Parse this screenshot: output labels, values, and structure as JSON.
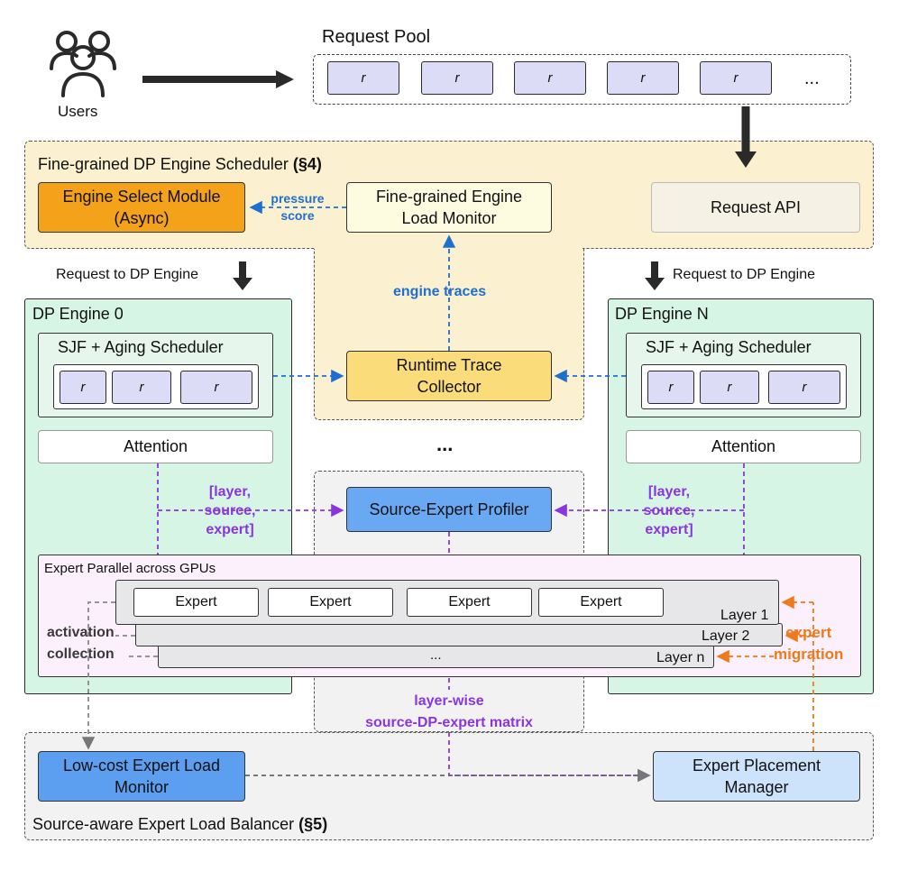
{
  "users": {
    "label": "Users"
  },
  "pool": {
    "title": "Request Pool",
    "req": "r",
    "ellipsis": "..."
  },
  "scheduler": {
    "title": "Fine-grained DP Engine Scheduler ",
    "title_ref": "(§4)",
    "engine_select": [
      "Engine Select Module",
      "(Async)"
    ],
    "load_monitor": [
      "Fine-grained Engine",
      "Load Monitor"
    ],
    "request_api": "Request API",
    "pressure_label": [
      "pressure",
      "score"
    ],
    "engine_traces": "engine traces",
    "trace_collector": [
      "Runtime Trace",
      "Collector"
    ]
  },
  "dispatch_label": "Request to DP Engine",
  "engine0": {
    "title": "DP Engine 0"
  },
  "engineN": {
    "title": "DP Engine N"
  },
  "engine_common": {
    "sjf": "SJF + Aging Scheduler",
    "req": "r",
    "attention": "Attention",
    "profile_label": [
      "[layer,",
      "source,",
      "expert]"
    ]
  },
  "middle_ellipsis": "...",
  "profiler": "Source-Expert Profiler",
  "expert_parallel": {
    "title": "Expert Parallel across GPUs",
    "expert": "Expert",
    "layer1": "Layer 1",
    "layer2": "Layer 2",
    "layern": "Layer n",
    "ellipsis": "...",
    "activation": [
      "activation",
      "collection"
    ],
    "migration": [
      "expert",
      "migration"
    ]
  },
  "matrix_label": [
    "layer-wise",
    "source-DP-expert matrix"
  ],
  "balancer": {
    "title": "Source-aware Expert Load Balancer ",
    "title_ref": "(§5)",
    "low_cost": [
      "Low-cost Expert Load",
      "Monitor"
    ],
    "placement": [
      "Expert Placement",
      "Manager"
    ]
  },
  "colors": {
    "scheduler_bg": "#fbf0cf",
    "engine_bg": "#d7f5e5",
    "engine_select": "#f5a21b",
    "profiler": "#69a9f4",
    "low_cost": "#5c9ef0",
    "placement": "#cde3fb",
    "blue_arrow": "#1f6fd1",
    "purple_arrow": "#8b35e0",
    "orange_arrow": "#f07a1a"
  }
}
